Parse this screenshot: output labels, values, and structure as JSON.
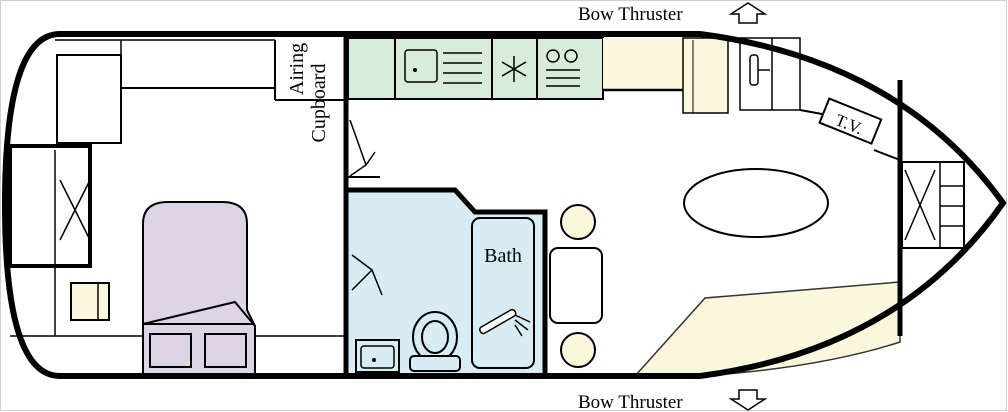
{
  "labels": {
    "bow_thruster_top": "Bow Thruster",
    "bow_thruster_bottom": "Bow Thruster",
    "airing_line1": "Airing",
    "airing_line2": "Cupboard",
    "bath": "Bath",
    "tv": "T.V."
  },
  "colors": {
    "outline": "#000000",
    "galley": "#d9ecd9",
    "bathroom": "#d8ecf3",
    "bed": "#ddd4e6",
    "cream": "#fbf7dc",
    "background": "#ffffff"
  }
}
